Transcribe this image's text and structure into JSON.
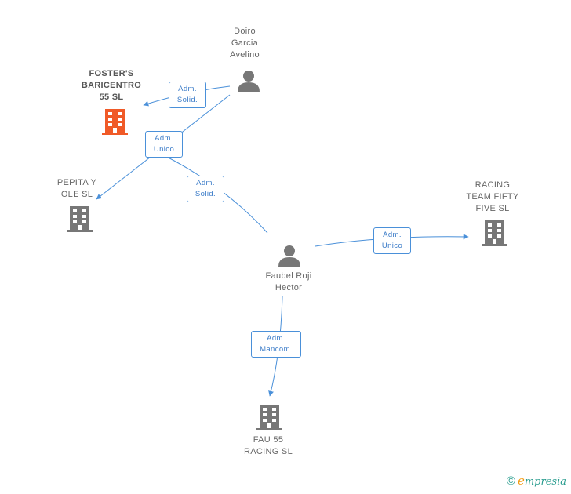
{
  "nodes": {
    "fosters": {
      "label": "FOSTER'S\nBARICENTRO\n55  SL",
      "type": "company",
      "color": "#f05a28"
    },
    "doiro": {
      "label": "Doiro\nGarcia\nAvelino",
      "type": "person",
      "color": "#777777"
    },
    "pepita": {
      "label": "PEPITA Y\nOLE SL",
      "type": "company",
      "color": "#777777"
    },
    "racing_fifty": {
      "label": "RACING\nTEAM FIFTY\nFIVE SL",
      "type": "company",
      "color": "#777777"
    },
    "faubel": {
      "label": "Faubel Roji\nHector",
      "type": "person",
      "color": "#777777"
    },
    "fau55": {
      "label": "FAU 55\nRACING  SL",
      "type": "company",
      "color": "#777777"
    }
  },
  "edges": {
    "doiro_fosters": "Adm.\nSolid.",
    "doiro_pepita": "Adm.\nUnico",
    "faubel_doiro_pepita": "Adm.\nSolid.",
    "faubel_racing": "Adm.\nUnico",
    "faubel_fau": "Adm.\nMancom."
  },
  "colors": {
    "edge": "#4a90d9",
    "focus": "#f05a28",
    "neutral": "#777777"
  },
  "footer": {
    "copyright": "©",
    "brand_initial": "e",
    "brand_rest": "mpresia"
  }
}
